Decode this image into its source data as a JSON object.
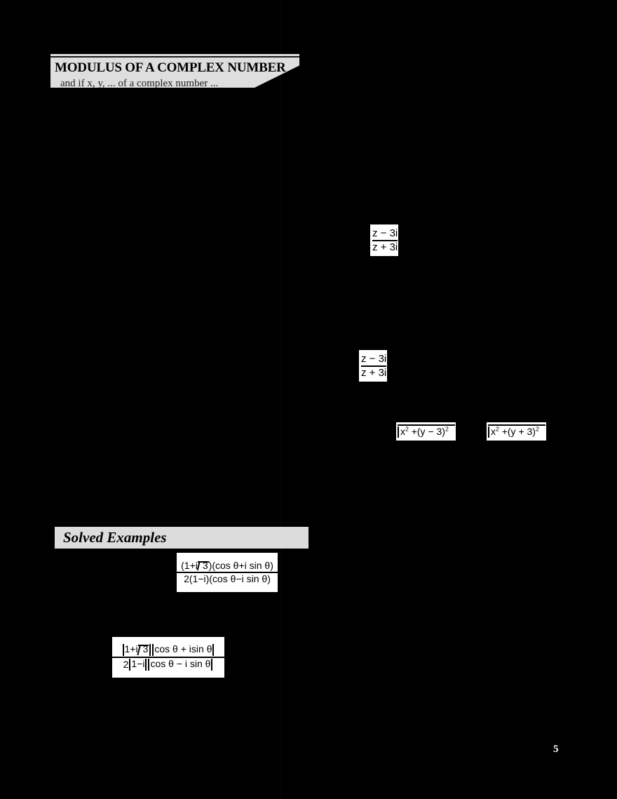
{
  "document": {
    "page_number": "5",
    "background_color": "#000000",
    "box_color": "#ffffff",
    "banner_color": "#dedede"
  },
  "section_heading": {
    "title": "MODULUS OF A COMPLEX NUMBER",
    "subline": "and if x, y, ... of a complex number ...",
    "label": "section-heading-banner"
  },
  "solved_examples": {
    "title": "Solved Examples"
  },
  "math": {
    "fraction_1": {
      "name": "modulus-fraction-z-minus-3i-over-z-plus-3i",
      "numerator": "z − 3i",
      "denominator": "z + 3i",
      "has_absolute_bars": true
    },
    "fraction_2": {
      "name": "modulus-fraction-z-minus-3i-over-z-plus-3i-second",
      "numerator": "z − 3i",
      "denominator": "z + 3i",
      "has_absolute_bars": true
    },
    "radical_left": {
      "name": "sqrt-x2-plus-y-minus-3-squared",
      "base": "x",
      "base_exp": "2",
      "plus": " +(y − 3)",
      "term_exp": "2"
    },
    "radical_right": {
      "name": "sqrt-x2-plus-y-plus-3-squared",
      "base": "x",
      "base_exp": "2",
      "plus": " +(y + 3)",
      "term_exp": "2"
    },
    "example_fraction_1": {
      "name": "example-complex-quotient",
      "numerator_open": "(",
      "numerator_part_a": "1+i",
      "numerator_radicand": "3",
      "numerator_close": ")",
      "numerator_part_b": "(cos θ+i sin θ)",
      "denominator": "2(1−i)(cos θ−i sin θ)"
    },
    "example_fraction_2": {
      "name": "example-modulus-quotient",
      "numerator_part_a": "1+i",
      "numerator_radicand": "3",
      "numerator_part_b": "cos θ + isin θ",
      "denominator_coeff": "2",
      "denominator_part_a": "1−i",
      "denominator_part_b": "cos θ − i sin θ"
    }
  }
}
